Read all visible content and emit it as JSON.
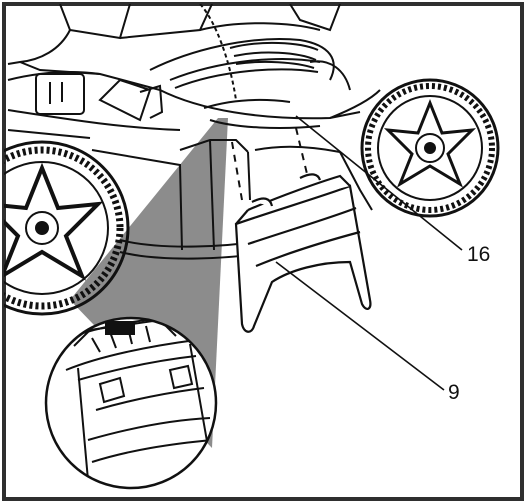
{
  "diagram": {
    "callouts": [
      {
        "id": "16",
        "text": "16"
      },
      {
        "id": "9",
        "text": "9"
      }
    ],
    "colors": {
      "line": "#111111",
      "border": "#2f2f2f",
      "magnifier_beam": "#8c8c8c",
      "background": "#ffffff"
    },
    "icons": [
      "lawn-mower-illustration",
      "detail-magnifier",
      "grass-bag-part",
      "rear-wheel",
      "front-wheel"
    ]
  }
}
